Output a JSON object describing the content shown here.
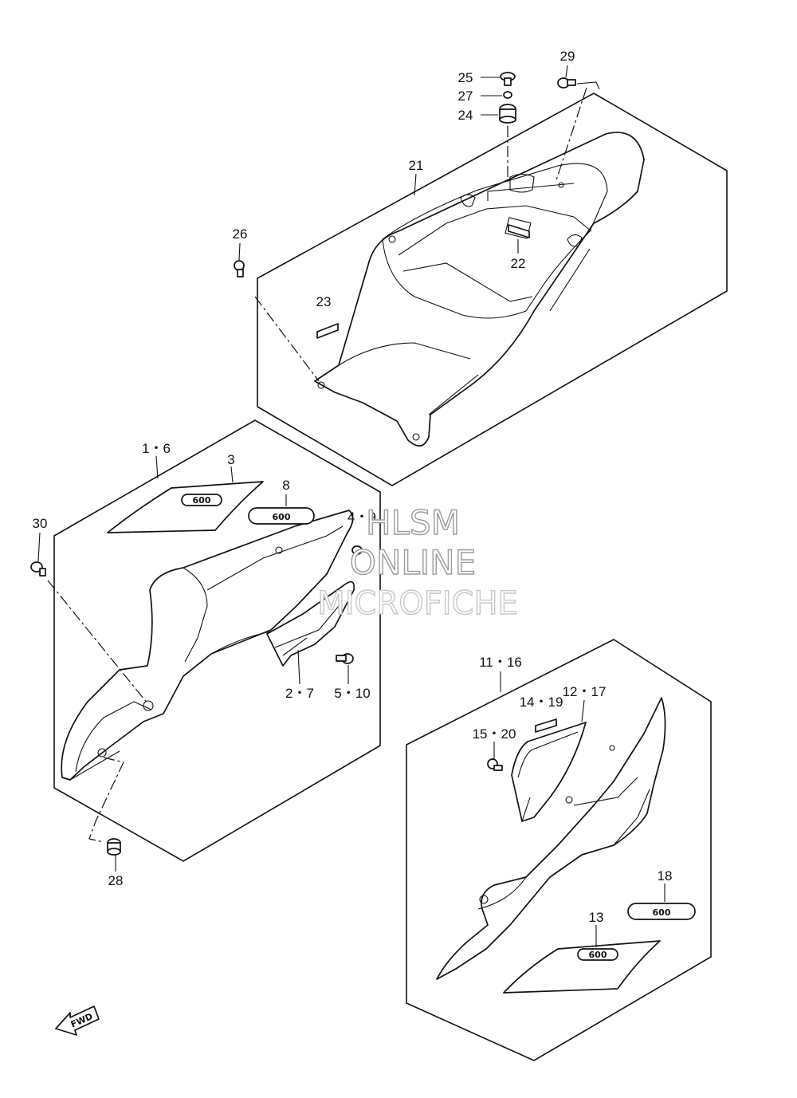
{
  "callouts": [
    {
      "id": "c29",
      "text": "29"
    },
    {
      "id": "c25",
      "text": "25"
    },
    {
      "id": "c27",
      "text": "27"
    },
    {
      "id": "c24",
      "text": "24"
    },
    {
      "id": "c21",
      "text": "21"
    },
    {
      "id": "c26",
      "text": "26"
    },
    {
      "id": "c22",
      "text": "22"
    },
    {
      "id": "c23",
      "text": "23"
    },
    {
      "id": "c1-6",
      "text": "1・6"
    },
    {
      "id": "c3",
      "text": "3"
    },
    {
      "id": "c8",
      "text": "8"
    },
    {
      "id": "c4-9",
      "text": "4・9"
    },
    {
      "id": "c30",
      "text": "30"
    },
    {
      "id": "c2-7",
      "text": "2・7"
    },
    {
      "id": "c5-10",
      "text": "5・10"
    },
    {
      "id": "c28",
      "text": "28"
    },
    {
      "id": "c11-16",
      "text": "11・16"
    },
    {
      "id": "c14-19",
      "text": "14・19"
    },
    {
      "id": "c12-17",
      "text": "12・17"
    },
    {
      "id": "c15-20",
      "text": "15・20"
    },
    {
      "id": "c18",
      "text": "18"
    },
    {
      "id": "c13",
      "text": "13"
    }
  ],
  "watermark": {
    "line1": "HLSM",
    "line2": "ONLINE",
    "line3": "MICROFICHE"
  },
  "emblem_text": "600",
  "fwd_label": "FWD"
}
